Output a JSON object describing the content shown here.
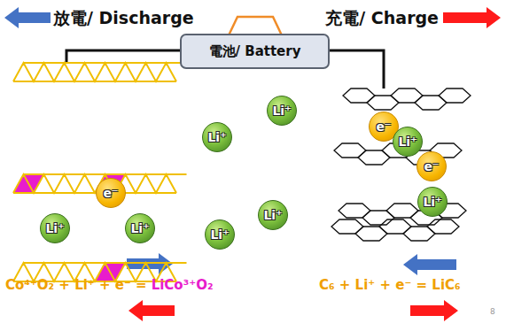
{
  "diagram": {
    "nodes": [
      {
        "text": [
          "電池/ Battery"
        ]
      },
      {
        "text": [
          "Li⁺"
        ]
      },
      {
        "text": [
          "e⁻"
        ]
      },
      {
        "text": [
          "Li⁺"
        ]
      },
      {
        "text": [
          "Li⁺"
        ]
      },
      {
        "text": [
          "e⁻"
        ]
      },
      {
        "text": [
          "e⁻"
        ]
      },
      {
        "text": [
          "Li⁺"
        ]
      },
      {
        "text": [
          "Li⁺"
        ]
      },
      {
        "text": [
          "Li⁺"
        ]
      },
      {
        "text": [
          "Li⁺"
        ]
      },
      {
        "text": [
          "Li⁺"
        ]
      }
    ],
    "labels": [
      "放電/ Discharge",
      "充電/ Charge",
      "Co⁴⁺O₂ + Li⁺ + e⁻ =",
      "LiCo³⁺O₂",
      "C₆ + Li⁺ + e⁻ = LiC₆",
      "8"
    ]
  }
}
